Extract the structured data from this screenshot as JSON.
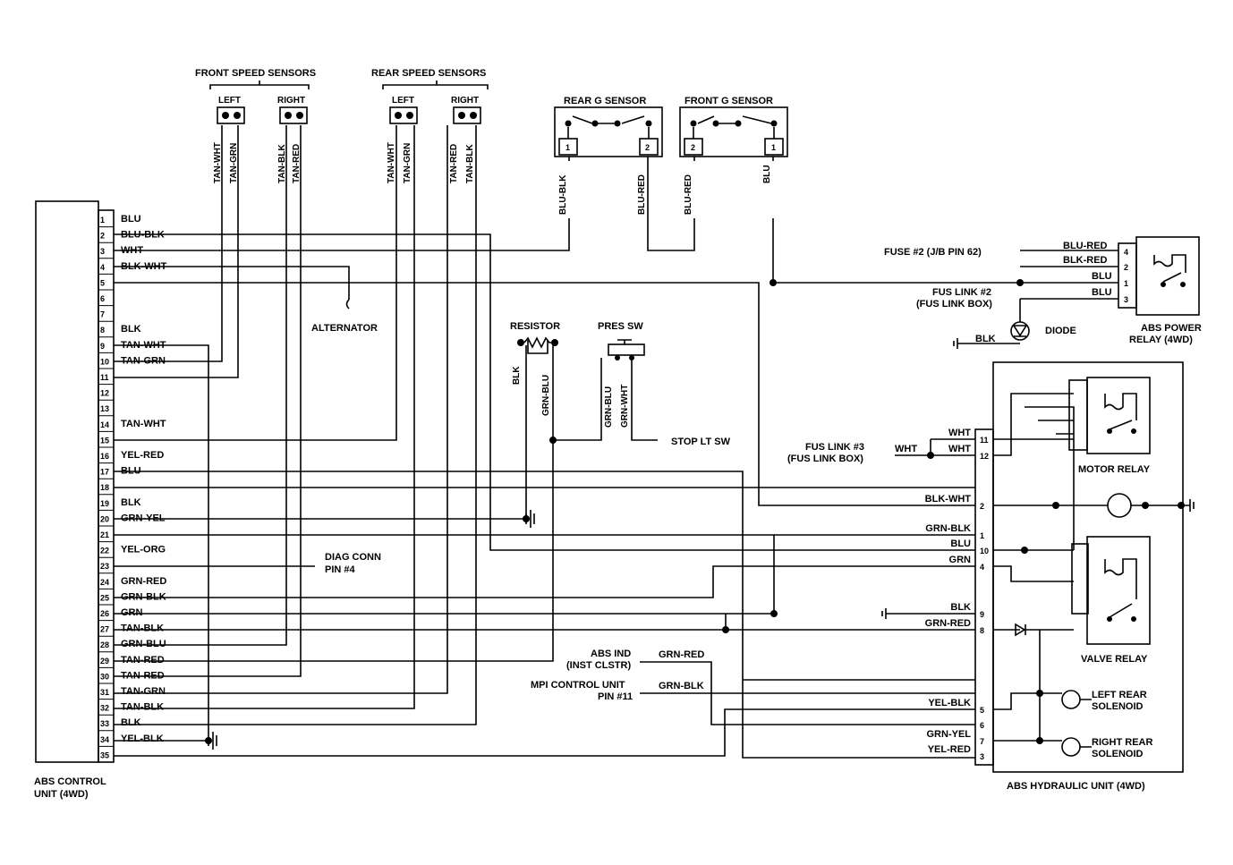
{
  "ecu": {
    "title_line1": "ABS CONTROL",
    "title_line2": "UNIT (4WD)",
    "pins": [
      "1",
      "2",
      "3",
      "4",
      "5",
      "6",
      "7",
      "8",
      "9",
      "10",
      "11",
      "12",
      "13",
      "14",
      "15",
      "16",
      "17",
      "18",
      "19",
      "20",
      "21",
      "22",
      "23",
      "24",
      "25",
      "26",
      "27",
      "28",
      "29",
      "30",
      "31",
      "32",
      "33",
      "34",
      "35"
    ],
    "wire_labels": [
      {
        "pin": "1",
        "color": "BLU"
      },
      {
        "pin": "2",
        "color": "BLU-BLK"
      },
      {
        "pin": "3",
        "color": "WHT"
      },
      {
        "pin": "4",
        "color": "BLK-WHT"
      },
      {
        "pin": "8",
        "color": "BLK"
      },
      {
        "pin": "9",
        "color": "TAN-WHT"
      },
      {
        "pin": "10",
        "color": "TAN-GRN"
      },
      {
        "pin": "14",
        "color": "TAN-WHT"
      },
      {
        "pin": "16",
        "color": "YEL-RED"
      },
      {
        "pin": "17",
        "color": "BLU"
      },
      {
        "pin": "19",
        "color": "BLK"
      },
      {
        "pin": "20",
        "color": "GRN-YEL"
      },
      {
        "pin": "22",
        "color": "YEL-ORG"
      },
      {
        "pin": "24",
        "color": "GRN-RED"
      },
      {
        "pin": "25",
        "color": "GRN-BLK"
      },
      {
        "pin": "26",
        "color": "GRN"
      },
      {
        "pin": "27",
        "color": "TAN-BLK"
      },
      {
        "pin": "28",
        "color": "GRN-BLU"
      },
      {
        "pin": "29",
        "color": "TAN-RED"
      },
      {
        "pin": "30",
        "color": "TAN-RED"
      },
      {
        "pin": "31",
        "color": "TAN-GRN"
      },
      {
        "pin": "32",
        "color": "TAN-BLK"
      },
      {
        "pin": "33",
        "color": "BLK"
      },
      {
        "pin": "34",
        "color": "YEL-BLK"
      }
    ]
  },
  "front_speed_sensors": {
    "title": "FRONT SPEED SENSORS",
    "left": "LEFT",
    "right": "RIGHT",
    "wires": [
      "TAN-WHT",
      "TAN-GRN",
      "TAN-BLK",
      "TAN-RED"
    ]
  },
  "rear_speed_sensors": {
    "title": "REAR SPEED SENSORS",
    "left": "LEFT",
    "right": "RIGHT",
    "wires": [
      "TAN-WHT",
      "TAN-GRN",
      "TAN-RED",
      "TAN-BLK"
    ]
  },
  "rear_g_sensor": {
    "title": "REAR G SENSOR",
    "pin1": "1",
    "pin2": "2",
    "wire1": "BLU-BLK",
    "wire2": "BLU-RED"
  },
  "front_g_sensor": {
    "title": "FRONT G SENSOR",
    "pin2": "2",
    "pin1": "1",
    "wire2": "BLU-RED",
    "wire1": "BLU"
  },
  "alternator": "ALTERNATOR",
  "resistor": {
    "title": "RESISTOR",
    "wire1": "BLK",
    "wire2": "GRN-BLU"
  },
  "pres_sw": {
    "title": "PRES SW",
    "wire1": "GRN-BLU",
    "wire2": "GRN-WHT",
    "stop": "STOP LT SW"
  },
  "diag_conn": {
    "line1": "DIAG CONN",
    "line2": "PIN #4"
  },
  "abs_ind": {
    "line1": "ABS IND",
    "line2": "(INST CLSTR)",
    "wire": "GRN-RED"
  },
  "mpi": {
    "line1": "MPI CONTROL UNIT",
    "line2": "PIN #11",
    "wire": "GRN-BLK"
  },
  "power_relay": {
    "fuse2": "FUSE #2 (J/B PIN 62)",
    "fus_link2_line1": "FUS LINK #2",
    "fus_link2_line2": "(FUS LINK BOX)",
    "wires": [
      "BLU-RED",
      "BLK-RED",
      "BLU",
      "BLU"
    ],
    "pins": [
      "4",
      "2",
      "1",
      "3"
    ],
    "diode": "DIODE",
    "blk": "BLK",
    "title_line1": "ABS POWER",
    "title_line2": "RELAY (4WD)"
  },
  "hydraulic_unit": {
    "title": "ABS HYDRAULIC UNIT (4WD)",
    "fus_link3_line1": "FUS LINK #3",
    "fus_link3_line2": "(FUS LINK BOX)",
    "wht": "WHT",
    "motor_relay": "MOTOR RELAY",
    "valve_relay": "VALVE RELAY",
    "left_solenoid_line1": "LEFT REAR",
    "left_solenoid_line2": "SOLENOID",
    "right_solenoid_line1": "RIGHT REAR",
    "right_solenoid_line2": "SOLENOID",
    "pins": [
      {
        "pin": "11",
        "wire": "WHT"
      },
      {
        "pin": "12",
        "wire": "WHT"
      },
      {
        "pin": "2",
        "wire": "BLK-WHT"
      },
      {
        "pin": "1",
        "wire": "GRN-BLK"
      },
      {
        "pin": "10",
        "wire": "BLU"
      },
      {
        "pin": "4",
        "wire": "GRN"
      },
      {
        "pin": "9",
        "wire": "BLK"
      },
      {
        "pin": "8",
        "wire": "GRN-RED"
      },
      {
        "pin": "5",
        "wire": "YEL-BLK"
      },
      {
        "pin": "6",
        "wire": ""
      },
      {
        "pin": "7",
        "wire": "GRN-YEL"
      },
      {
        "pin": "3",
        "wire": "YEL-RED"
      }
    ]
  }
}
